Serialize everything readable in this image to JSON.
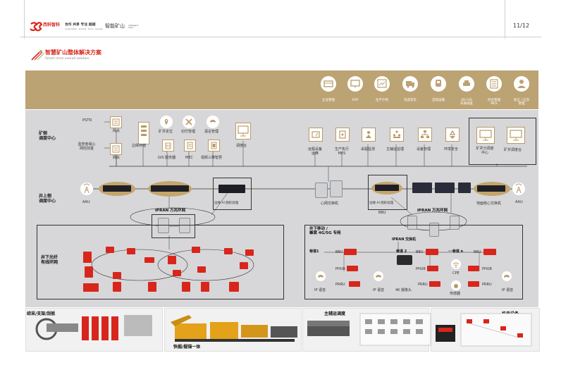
{
  "header": {
    "logo_text": "西科智科",
    "slogan": "合作 共享 专注 超越",
    "slogan_sub": "Cooperation · sharing · focus · surpass",
    "title": "智能矿山",
    "title_en": "Intelligent mine",
    "page_number": "11/12"
  },
  "section": {
    "title": "智慧矿山整体解决方案",
    "subtitle": "Smart mine overall solution"
  },
  "top_systems": [
    {
      "label": "企业管理",
      "icon": "enterprise-icon"
    },
    {
      "label": "ERP",
      "icon": "monitor-icon"
    },
    {
      "label": "生产计划",
      "icon": "plan-icon"
    },
    {
      "label": "洗选装车",
      "icon": "truck-icon"
    },
    {
      "label": "自煤运输",
      "icon": "train-icon"
    },
    {
      "label": "4D-GIS\n车辆调度",
      "icon": "car-icon"
    },
    {
      "label": "综合管理\nMES",
      "icon": "list-icon"
    },
    {
      "label": "安全 / 应急\n管理",
      "icon": "person-icon"
    }
  ],
  "mine_center": {
    "label": "矿侧\n调度中心",
    "pstn": "PSTN",
    "supervision": "监管者域心\n网控前置",
    "gateway1": "网关",
    "gateway2": "网关",
    "edge_storage": "边缘存储",
    "mine_positioning": "矿井定位",
    "cut_manage": "切付管理",
    "voice_manage": "语言管理",
    "gis_server": "GIS 服务器",
    "mec": "MEC",
    "video_3d": "视频三维智慧",
    "dispatch_desk": "调度台",
    "remote_devices": "远程设备\n运维",
    "production_mes": "生产执行\nMES",
    "mining_monitor": "采掘监测",
    "main_transport": "主辅运监理",
    "equipment_manage": "设备管理",
    "environment_safety": "环境安全",
    "mine_dispatch_center": "矿井分调度\n中心",
    "mine_dispatch_desk": "矿井调度台"
  },
  "underground_center": {
    "label": "井上侧\n调度中心",
    "aau_left": "AAU",
    "aau_right": "AAU",
    "edge_ai_left": "边缘 AI 图形处理",
    "core_switch": "心网交换机",
    "edge_ai_right": "边缘 AI 图形处理",
    "bbu": "BBU",
    "ground_core_switch": "地面核心交换机",
    "ipran_left": "IPRAN 万兆环网",
    "ipran_right": "IPRAN 万兆环网"
  },
  "fiber_ring": {
    "label": "井下光纤\n有线环网"
  },
  "mobile_net": {
    "label": "井下移动 /\n蜂窝 4G/5G 专网",
    "ipran_switch": "IPRAN 交换机",
    "lane1": "巷道1",
    "lane2": "巷道 2",
    "lane_n": "···巷道 n",
    "bbu1": "BBU",
    "bbu2": "BBU",
    "bbu_n": "BBU",
    "phub1": "PHUB",
    "phub2": "PHUB",
    "phub_n": "PHUB",
    "prru1": "PRRU",
    "prru2": "PRRU",
    "prru_n": "PRRU",
    "ip_phone1": "IP 语音",
    "ip_phone2": "IP 语音",
    "ip_phone_n": "IP 语音",
    "cpe": "CPE",
    "camera": "4K 摄像头",
    "sensor": "传感器"
  },
  "bottom_panels": [
    {
      "label": "综采/支架/刮板"
    },
    {
      "label": "快掘/掘锚一体"
    },
    {
      "label": "主辅运调度"
    },
    {
      "label": "机电设备"
    }
  ],
  "colors": {
    "gold": "#bca373",
    "grey_panel": "#d7d7d9",
    "brand_red": "#d8261c",
    "accent_gold": "#b89a66"
  }
}
